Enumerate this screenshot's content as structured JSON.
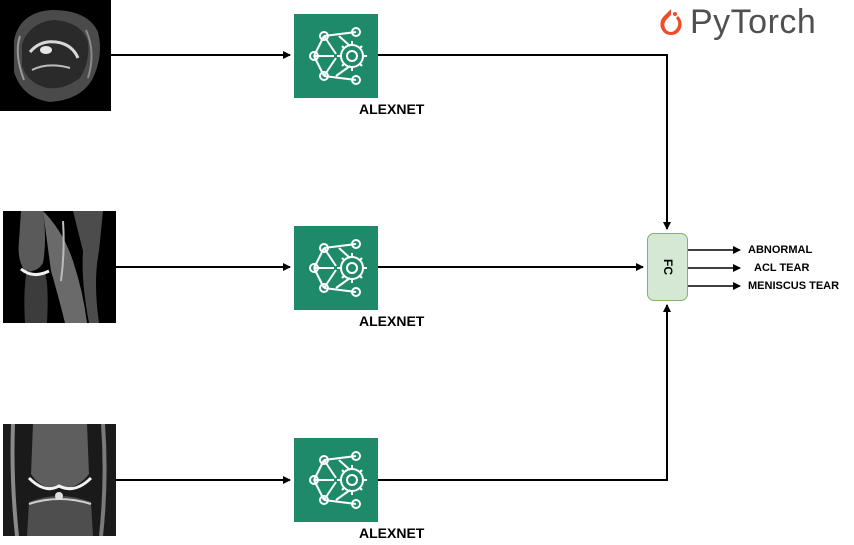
{
  "models": [
    {
      "label": "ALEXNET"
    },
    {
      "label": "ALEXNET"
    },
    {
      "label": "ALEXNET"
    }
  ],
  "fc": {
    "label": "FC"
  },
  "outputs": [
    {
      "label": "ABNORMAL"
    },
    {
      "label": "ACL TEAR"
    },
    {
      "label": "MENISCUS TEAR"
    }
  ],
  "logo": {
    "text": "PyTorch",
    "flame_color": "#ee4c2c"
  },
  "colors": {
    "model_box": "#1f8a6a",
    "fc_fill": "#d5e8d4",
    "fc_border": "#82b366",
    "wire": "#000000"
  }
}
